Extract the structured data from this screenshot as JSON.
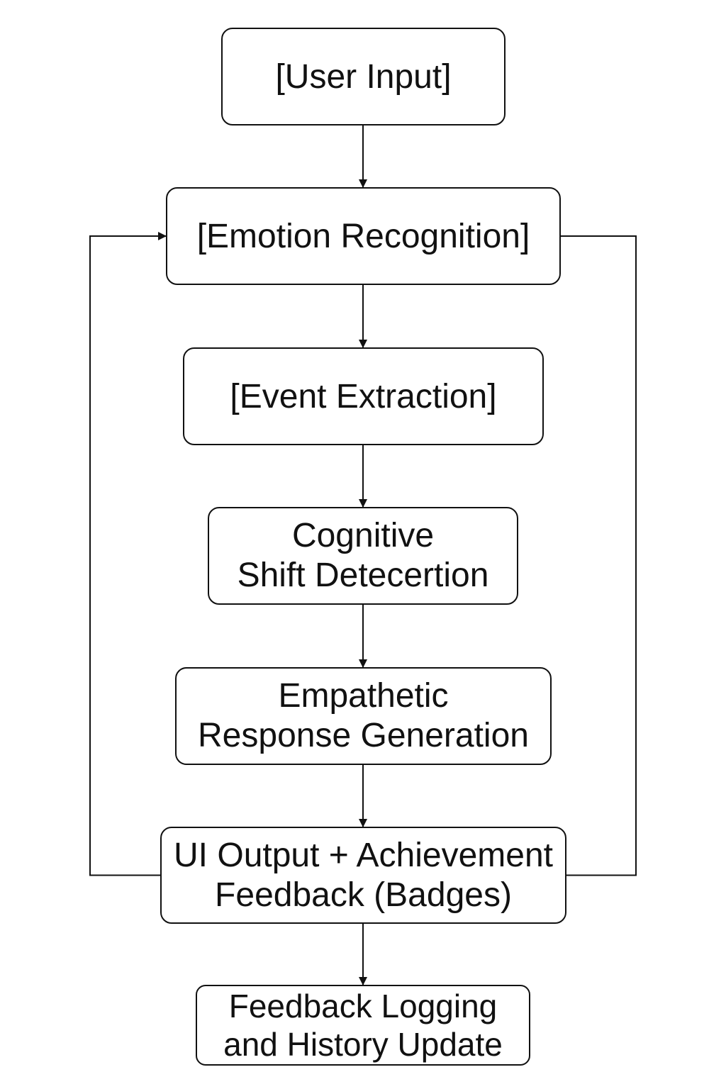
{
  "diagram": {
    "nodes": [
      {
        "id": "user-input",
        "lines": [
          "[User Input]"
        ]
      },
      {
        "id": "emotion-recognition",
        "lines": [
          "[Emotion Recognition]"
        ]
      },
      {
        "id": "event-extraction",
        "lines": [
          "[Event Extraction]"
        ]
      },
      {
        "id": "cognitive-shift",
        "lines": [
          "Cognitive",
          "Shift Detecertion"
        ]
      },
      {
        "id": "empathetic-response",
        "lines": [
          "Empathetic",
          "Response Generation"
        ]
      },
      {
        "id": "ui-output",
        "lines": [
          "UI Output + Achievement",
          "Feedback (Badges)"
        ]
      },
      {
        "id": "feedback-logging",
        "lines": [
          "Feedback Logging",
          "and History Update"
        ]
      }
    ],
    "edges": [
      {
        "from": "user-input",
        "to": "emotion-recognition",
        "kind": "straight"
      },
      {
        "from": "emotion-recognition",
        "to": "event-extraction",
        "kind": "straight"
      },
      {
        "from": "event-extraction",
        "to": "cognitive-shift",
        "kind": "straight"
      },
      {
        "from": "cognitive-shift",
        "to": "empathetic-response",
        "kind": "straight"
      },
      {
        "from": "empathetic-response",
        "to": "ui-output",
        "kind": "straight"
      },
      {
        "from": "ui-output",
        "to": "feedback-logging",
        "kind": "straight"
      },
      {
        "from": "ui-output",
        "to": "emotion-recognition",
        "kind": "loop-left"
      },
      {
        "from": "emotion-recognition",
        "to": "ui-output",
        "kind": "loop-right"
      }
    ],
    "colors": {
      "stroke": "#111111",
      "background": "#ffffff",
      "text": "#111111"
    }
  }
}
